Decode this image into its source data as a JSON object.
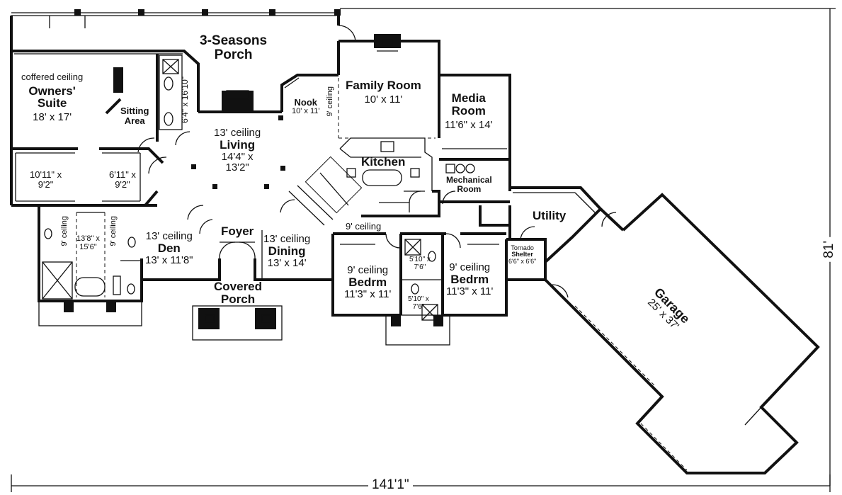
{
  "rooms": {
    "porch3": {
      "name": "3-Seasons",
      "name2": "Porch"
    },
    "owners": {
      "note": "coffered ceiling",
      "name": "Owners'",
      "name2": "Suite",
      "size": "18' x 17'"
    },
    "sitting": {
      "name": "Sitting",
      "name2": "Area"
    },
    "closet_left": {
      "size1": "10'11\" x",
      "size2": "9'2\""
    },
    "closet_right": {
      "size1": "6'11\" x",
      "size2": "9'2\""
    },
    "bath_owner": {
      "size1": "13'8\" x",
      "size2": "15'6\"",
      "ceiling_left": "9' ceiling",
      "ceiling_right": "9' ceiling"
    },
    "wic": {
      "size": "6'4\" x 16'10\""
    },
    "living": {
      "note": "13' ceiling",
      "name": "Living",
      "size1": "14'4\" x",
      "size2": "13'2\""
    },
    "nook": {
      "name": "Nook",
      "size": "10' x 11'",
      "ceiling": "9' ceiling"
    },
    "family": {
      "name": "Family Room",
      "size": "10' x 11'"
    },
    "media": {
      "name": "Media",
      "name2": "Room",
      "size": "11'6\" x 14'"
    },
    "kitchen": {
      "name": "Kitchen"
    },
    "mechanical": {
      "name": "Mechanical",
      "name2": "Room"
    },
    "utility": {
      "name": "Utility"
    },
    "tornado": {
      "name": "Tornado",
      "name2": "Shelter",
      "size": "6'6\" x 6'6\""
    },
    "den": {
      "note": "13' ceiling",
      "name": "Den",
      "size": "13' x 11'8\""
    },
    "foyer": {
      "name": "Foyer"
    },
    "dining": {
      "note": "13' ceiling",
      "name": "Dining",
      "size": "13' x 14'"
    },
    "hall": {
      "note": "9' ceiling"
    },
    "bedrm1": {
      "note": "9' ceiling",
      "name": "Bedrm",
      "size": "11'3\" x 11'"
    },
    "bath2": {
      "size1": "5'10\" x",
      "size2": "7'6\""
    },
    "bath3": {
      "size1": "5'10\" x",
      "size2": "7'6\""
    },
    "bedrm2": {
      "note": "9' ceiling",
      "name": "Bedrm",
      "size": "11'3\" x 11'"
    },
    "covered": {
      "name": "Covered",
      "name2": "Porch"
    },
    "garage": {
      "name": "Garage",
      "size": "25' x 37'"
    }
  },
  "dimensions": {
    "width": "141'1\"",
    "depth": "81'"
  },
  "colors": {
    "wall": "#111111",
    "background": "#ffffff"
  }
}
